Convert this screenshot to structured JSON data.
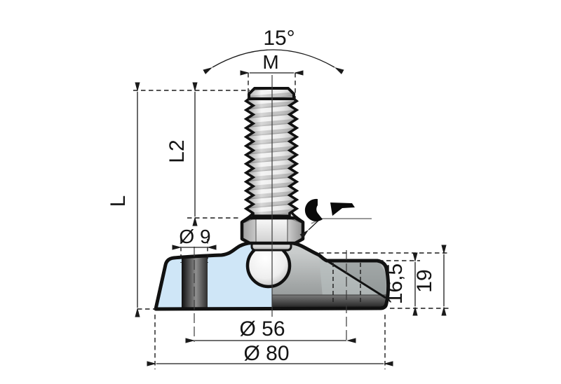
{
  "drawing": {
    "labels": {
      "tilt_angle": "15°",
      "thread_size": "M",
      "total_length": "L",
      "thread_length": "L2",
      "mount_hole_diameter": "Ø 9",
      "bolt_circle_diameter": "Ø 56",
      "base_diameter": "Ø 80",
      "rim_height": "16,5",
      "base_height": "19"
    },
    "icons": {
      "wrench": "wrench-icon"
    },
    "colors": {
      "outline": "#111111",
      "section_fill_blue": "#cfe6f7",
      "dimension_lines": "#1a1a1a",
      "leader_gray": "#999999",
      "metal_light": "#f2f2f2",
      "metal_mid": "#9a9a9a",
      "bottom_band_dark": "#050505"
    }
  }
}
